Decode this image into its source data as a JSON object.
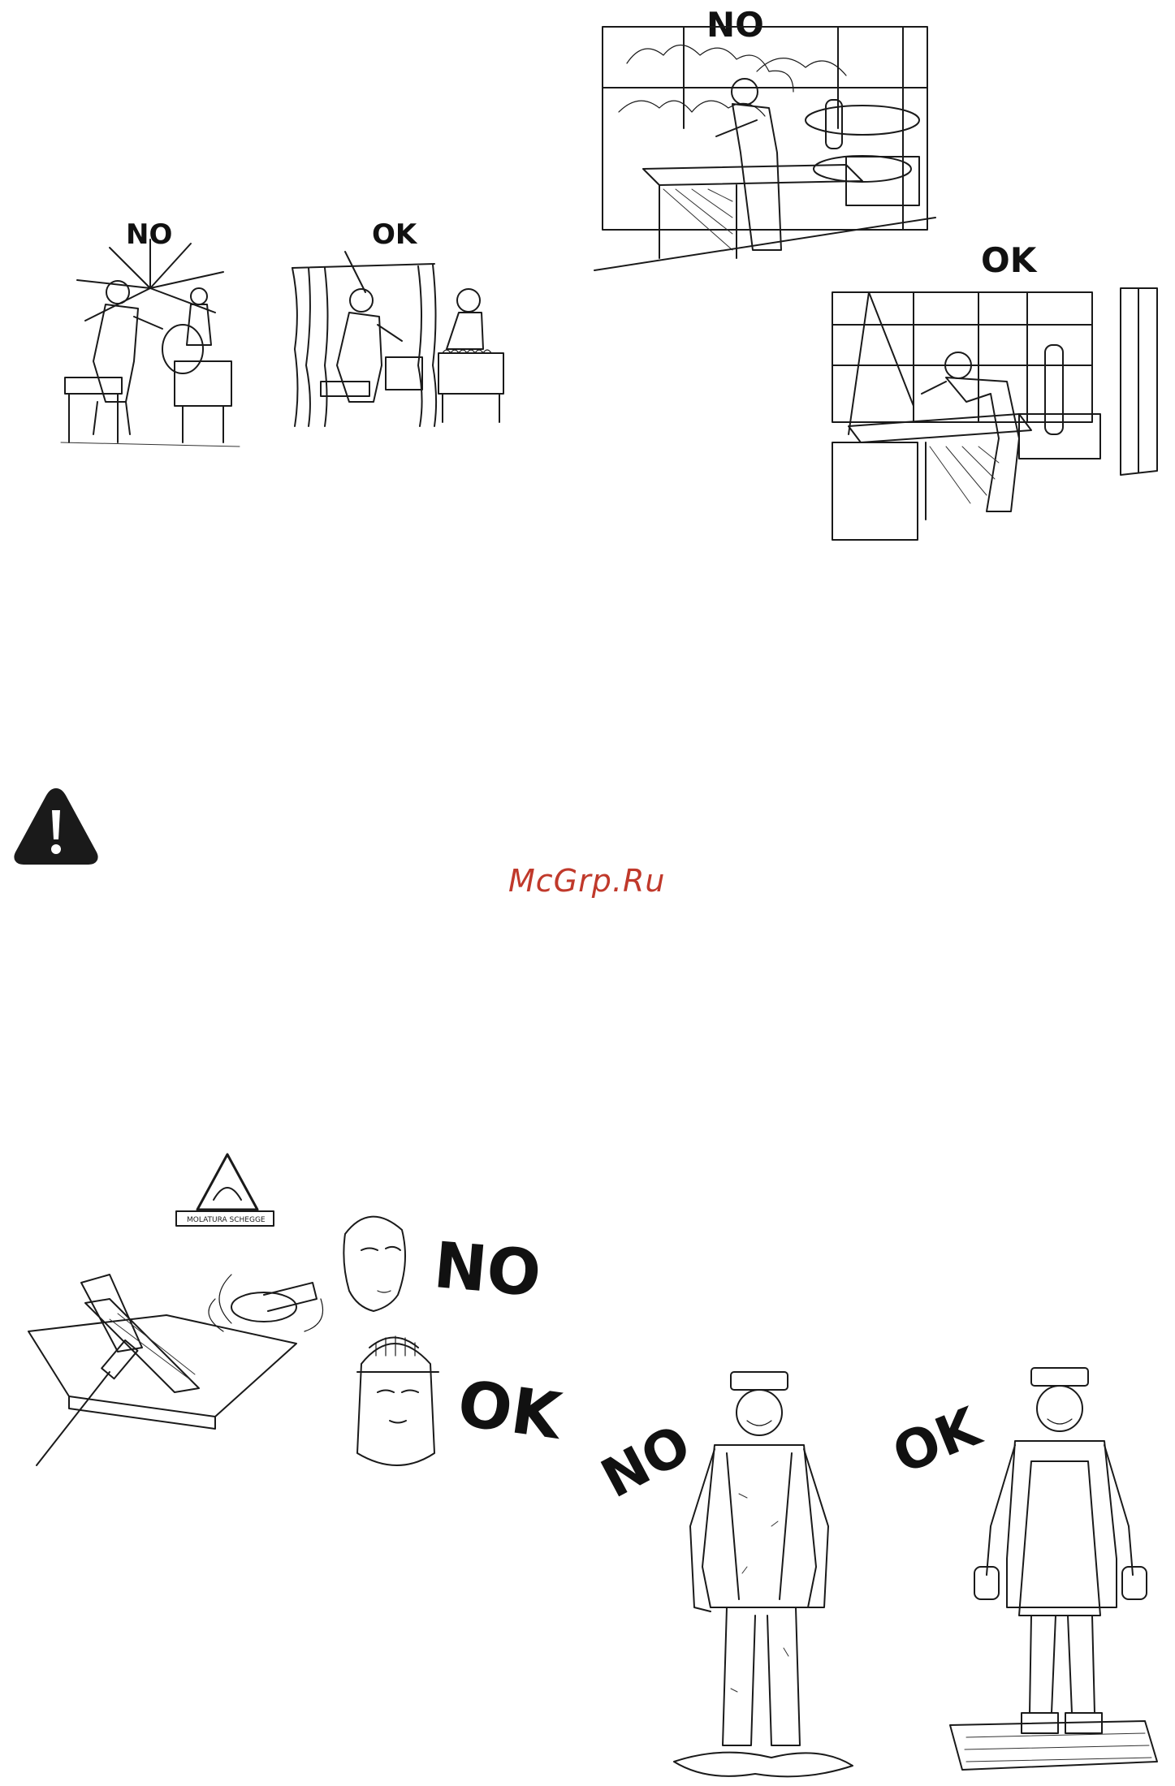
{
  "labels": {
    "welding_workshop_no": "NO",
    "welding_workshop_ok": "OK",
    "welding_booth_no": "NO",
    "welding_booth_ok": "OK",
    "grinding_no": "NO",
    "grinding_ok": "OK",
    "clothing_no": "NO",
    "clothing_ok": "OK"
  },
  "watermark": "McGrp.Ru",
  "colors": {
    "watermark": "#c0392b",
    "ink": "#1a1a1a",
    "background": "#ffffff"
  },
  "icons": {
    "warning": "warning-triangle-icon"
  }
}
